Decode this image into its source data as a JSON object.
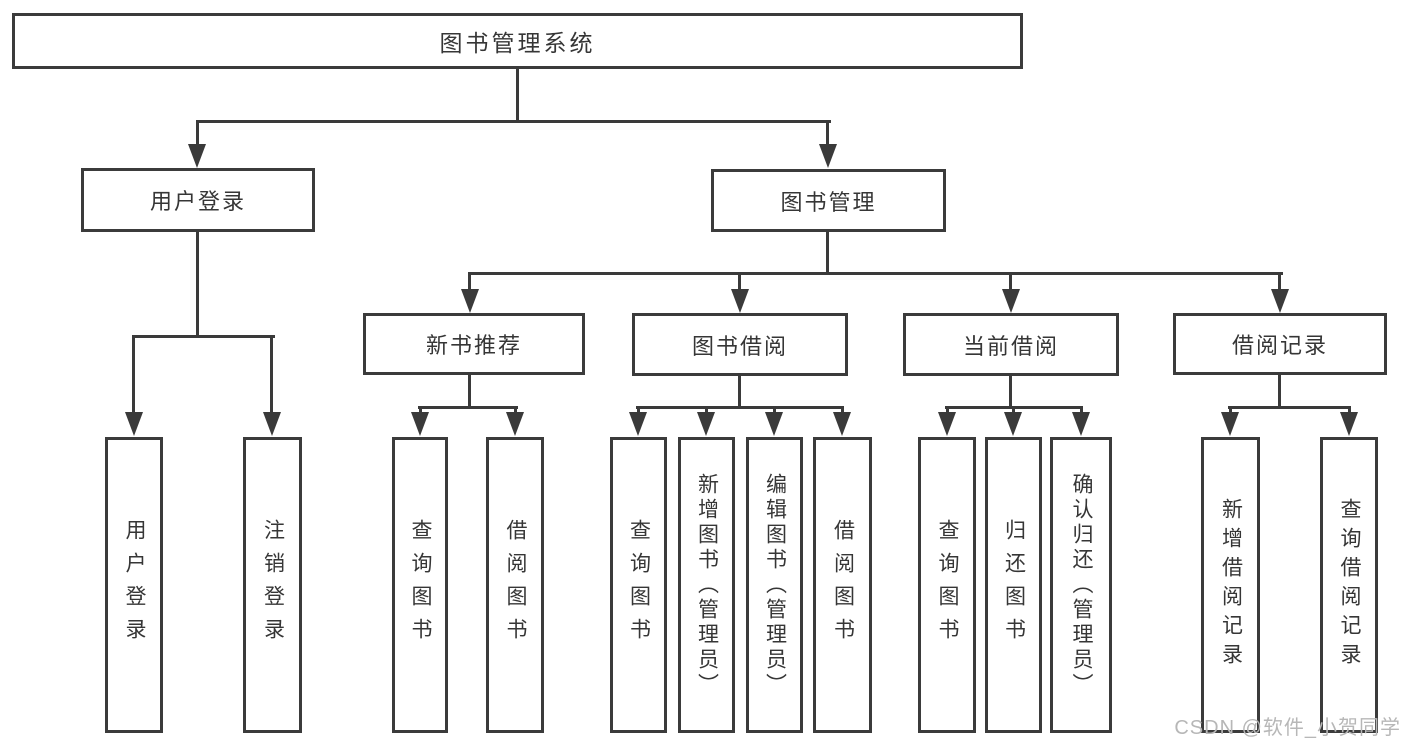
{
  "diagram": {
    "root": {
      "label": "图书管理系统"
    },
    "branches": [
      {
        "label": "用户登录",
        "children": [
          {
            "label": "用户登录"
          },
          {
            "label": "注销登录"
          }
        ]
      },
      {
        "label": "图书管理",
        "children": [
          {
            "label": "新书推荐",
            "children": [
              {
                "label": "查询图书"
              },
              {
                "label": "借阅图书"
              }
            ]
          },
          {
            "label": "图书借阅",
            "children": [
              {
                "label": "查询图书"
              },
              {
                "label": "新增图书（管理员）"
              },
              {
                "label": "编辑图书（管理员）"
              },
              {
                "label": "借阅图书"
              }
            ]
          },
          {
            "label": "当前借阅",
            "children": [
              {
                "label": "查询图书"
              },
              {
                "label": "归还图书"
              },
              {
                "label": "确认归还（管理员）"
              }
            ]
          },
          {
            "label": "借阅记录",
            "children": [
              {
                "label": "新增借阅记录"
              },
              {
                "label": "查询借阅记录"
              }
            ]
          }
        ]
      }
    ]
  },
  "watermark": {
    "text": "CSDN @软件_小贺同学"
  },
  "colors": {
    "line": "#3a3a3a",
    "border": "#3b3b3b",
    "text": "#363636",
    "watermark": "#b7b7b7",
    "background": "#ffffff"
  }
}
